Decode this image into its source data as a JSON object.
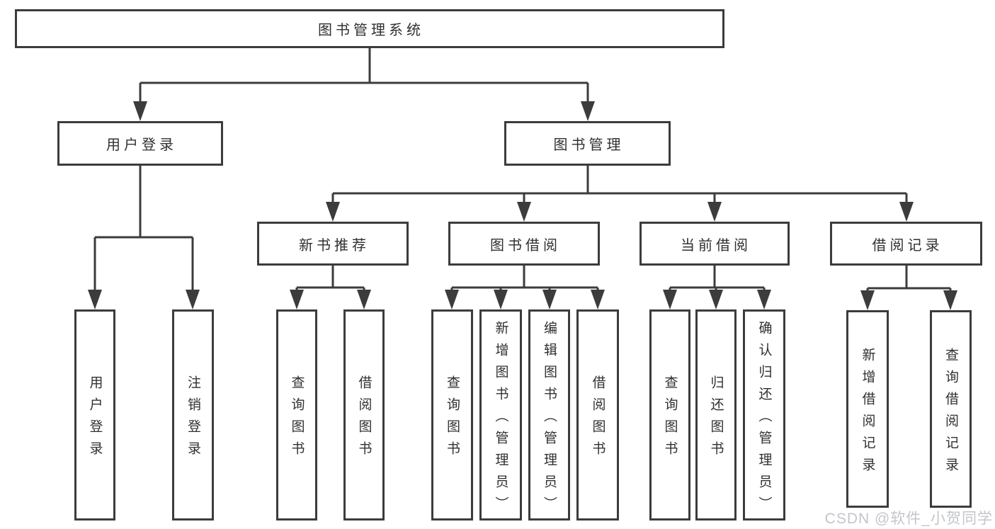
{
  "diagram": {
    "type": "tree",
    "watermark": "CSDN @软件_小贺同学",
    "colors": {
      "background": "#ffffff",
      "line": "#3c3c3c",
      "box_border": "#3c3c3c",
      "text": "#303030",
      "watermark": "#c2c5cb"
    },
    "nodes": {
      "root": "图书管理系统",
      "user_login": "用户登录",
      "book_mgmt": "图书管理",
      "new_book_rec": "新书推荐",
      "book_borrow": "图书借阅",
      "current_borrow": "当前借阅",
      "borrow_record": "借阅记录",
      "v_user_login": "用户登录",
      "v_logout": "注销登录",
      "v_query_book_1": "查询图书",
      "v_borrow_book_1": "借阅图书",
      "v_query_book_2": "查询图书",
      "v_add_book": "新增图书（管理员）",
      "v_edit_book": "编辑图书（管理员）",
      "v_borrow_book_2": "借阅图书",
      "v_query_book_3": "查询图书",
      "v_return_book": "归还图书",
      "v_confirm_return": "确认归还（管理员）",
      "v_add_record": "新增借阅记录",
      "v_query_record": "查询借阅记录"
    },
    "edges": [
      [
        "root",
        "user_login"
      ],
      [
        "root",
        "book_mgmt"
      ],
      [
        "user_login",
        "v_user_login"
      ],
      [
        "user_login",
        "v_logout"
      ],
      [
        "book_mgmt",
        "new_book_rec"
      ],
      [
        "book_mgmt",
        "book_borrow"
      ],
      [
        "book_mgmt",
        "current_borrow"
      ],
      [
        "book_mgmt",
        "borrow_record"
      ],
      [
        "new_book_rec",
        "v_query_book_1"
      ],
      [
        "new_book_rec",
        "v_borrow_book_1"
      ],
      [
        "book_borrow",
        "v_query_book_2"
      ],
      [
        "book_borrow",
        "v_add_book"
      ],
      [
        "book_borrow",
        "v_edit_book"
      ],
      [
        "book_borrow",
        "v_borrow_book_2"
      ],
      [
        "current_borrow",
        "v_query_book_3"
      ],
      [
        "current_borrow",
        "v_return_book"
      ],
      [
        "current_borrow",
        "v_confirm_return"
      ],
      [
        "borrow_record",
        "v_add_record"
      ],
      [
        "borrow_record",
        "v_query_record"
      ]
    ]
  }
}
